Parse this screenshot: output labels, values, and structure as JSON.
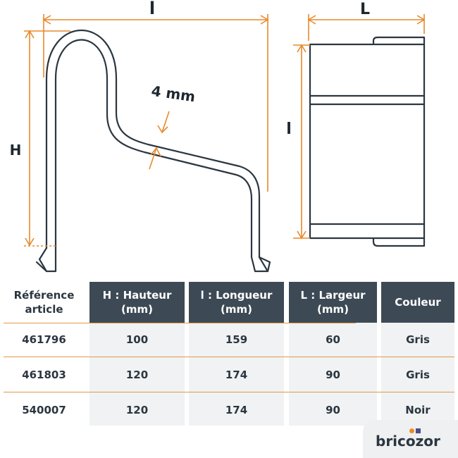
{
  "drawing": {
    "label_l_left": "l",
    "label_l_right_top": "L",
    "label_l_right_side": "l",
    "label_h": "H",
    "label_thickness": "4 mm",
    "accent_color": "#e8892a"
  },
  "table": {
    "headers": [
      "Référence article",
      "H : Hauteur (mm)",
      "l : Longueur (mm)",
      "L : Largeur (mm)",
      "Couleur"
    ],
    "rows": [
      [
        "461796",
        "100",
        "159",
        "60",
        "Gris"
      ],
      [
        "461803",
        "120",
        "174",
        "90",
        "Gris"
      ],
      [
        "540007",
        "120",
        "174",
        "90",
        "Noir"
      ]
    ]
  },
  "brand": {
    "name": "bricozor"
  }
}
